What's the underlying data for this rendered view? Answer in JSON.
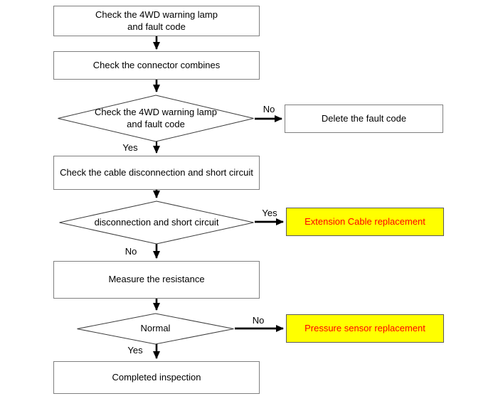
{
  "diagram": {
    "type": "flowchart",
    "colors": {
      "process_fill": "#ffffff",
      "process_border": "#7f7f7f",
      "diamond_border": "#3b3b3b",
      "highlight_fill": "#ffff00",
      "highlight_text": "#ff0000",
      "connector": "#000000"
    },
    "nodes": {
      "check_lamp_initial": {
        "line1": "Check the 4WD warning lamp",
        "line2": "and fault code"
      },
      "check_connector": {
        "label": "Check the connector combines"
      },
      "decision_lamp": {
        "line1": "Check the 4WD warning lamp",
        "line2": "and fault code"
      },
      "delete_fault": {
        "label": "Delete the fault code"
      },
      "check_cable": {
        "label": "Check the cable disconnection and short circuit"
      },
      "decision_cable": {
        "label": "disconnection and short circuit"
      },
      "extension_cable": {
        "label": "Extension Cable replacement"
      },
      "measure_resistance": {
        "label": "Measure the resistance"
      },
      "decision_normal": {
        "label": "Normal"
      },
      "pressure_sensor": {
        "label": "Pressure sensor replacement"
      },
      "completed_inspection": {
        "label": "Completed inspection"
      }
    },
    "edge_labels": {
      "decision_lamp_no": "No",
      "decision_lamp_yes": "Yes",
      "decision_cable_yes": "Yes",
      "decision_cable_no": "No",
      "decision_normal_no": "No",
      "decision_normal_yes": "Yes"
    }
  }
}
